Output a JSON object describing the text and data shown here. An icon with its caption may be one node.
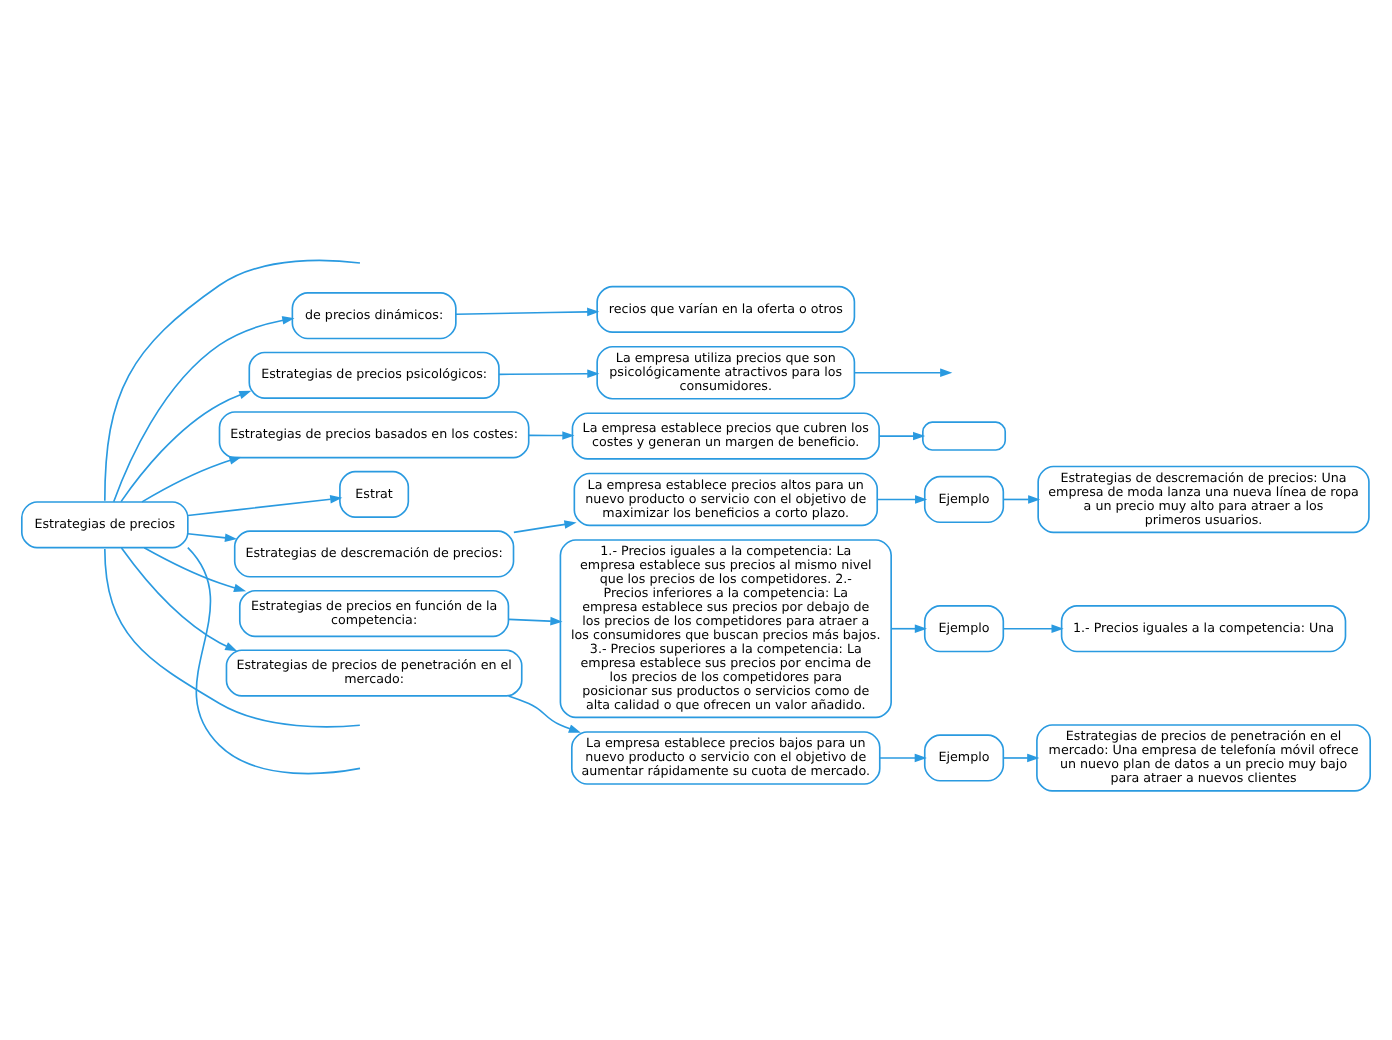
{
  "diagram": {
    "nodes": [
      {
        "text": [
          "Estrategias de precios"
        ]
      },
      {
        "text": [
          "de precios dinámicos:"
        ]
      },
      {
        "text": [
          "recios que varían en la oferta o otros"
        ]
      },
      {
        "text": [
          "Estrategias de precios psicológicos:"
        ]
      },
      {
        "text": [
          "La empresa utiliza precios que son psicológicamente atractivos para los consumidores."
        ]
      },
      {
        "text": [],
        "shape": "box"
      },
      {
        "text": [
          "Estrategias de precios basados en los costes:"
        ]
      },
      {
        "text": [
          "La empresa establece precios que cubren los costes y generan un margen de beneficio."
        ]
      },
      {
        "text": [
          "Estrat"
        ]
      },
      {
        "text": [
          "Estrategias de descremación de precios:"
        ]
      },
      {
        "text": [
          "La empresa establece precios altos para un nuevo producto o servicio con el objetivo de maximizar los beneficios a corto plazo."
        ]
      },
      {
        "text": [
          "Ejemplo"
        ]
      },
      {
        "text": [
          "Estrategias de descremación de precios: Una empresa de moda lanza una nueva línea de ropa a un precio muy alto para atraer a los primeros usuarios."
        ]
      },
      {
        "text": [
          "Estrategias de precios en función de la competencia:"
        ]
      },
      {
        "text": [
          "1.- Precios iguales a la competencia: La empresa establece sus precios al mismo nivel que los precios de los competidores. 2.- Precios inferiores a la competencia: La empresa establece sus precios por debajo de los precios de los competidores para atraer a los consumidores que buscan precios más bajos. 3.- Precios superiores a la competencia: La empresa establece sus precios por encima de los precios de los competidores para posicionar sus productos o servicios como de alta calidad o que ofrecen un valor añadido."
        ]
      },
      {
        "text": [
          "Ejemplo"
        ]
      },
      {
        "text": [
          "1.- Precios iguales a la competencia: Una"
        ]
      },
      {
        "text": [
          "Estrategias de precios de penetración en el mercado:"
        ]
      },
      {
        "text": [
          "La empresa establece precios bajos para un nuevo producto o servicio con el objetivo de aumentar rápidamente su cuota de mercado."
        ]
      },
      {
        "text": [
          "Ejemplo"
        ]
      },
      {
        "text": [
          "Estrategias de precios de penetración en el mercado: Una empresa de telefonía móvil ofrece un nuevo plan de datos a un precio muy bajo para atraer a nuevos clientes"
        ]
      }
    ],
    "edges": [
      {
        "from": 0,
        "to": 1,
        "arrow": "to"
      },
      {
        "from": 1,
        "to": 2,
        "arrow": "to"
      },
      {
        "from": 0,
        "to": 3,
        "arrow": "to"
      },
      {
        "from": 3,
        "to": 4,
        "arrow": "to"
      },
      {
        "from": 4,
        "to": null,
        "arrow": "to"
      },
      {
        "from": 0,
        "to": 6,
        "arrow": "to"
      },
      {
        "from": 6,
        "to": 7,
        "arrow": "to"
      },
      {
        "from": 7,
        "to": 5,
        "arrow": "to"
      },
      {
        "from": 0,
        "to": 8,
        "arrow": "to"
      },
      {
        "from": 0,
        "to": null,
        "arrow": "none"
      },
      {
        "from": 0,
        "to": null,
        "arrow": "none"
      },
      {
        "from": 0,
        "to": null,
        "arrow": "none"
      },
      {
        "from": 0,
        "to": 9,
        "arrow": "to"
      },
      {
        "from": 9,
        "to": 10,
        "arrow": "to"
      },
      {
        "from": 10,
        "to": 11,
        "arrow": "to"
      },
      {
        "from": 11,
        "to": 12,
        "arrow": "to"
      },
      {
        "from": 0,
        "to": 13,
        "arrow": "to"
      },
      {
        "from": 13,
        "to": 14,
        "arrow": "to"
      },
      {
        "from": 14,
        "to": 15,
        "arrow": "to"
      },
      {
        "from": 15,
        "to": 16,
        "arrow": "to"
      },
      {
        "from": 0,
        "to": 17,
        "arrow": "to"
      },
      {
        "from": 17,
        "to": 18,
        "arrow": "to"
      },
      {
        "from": 18,
        "to": 19,
        "arrow": "to"
      },
      {
        "from": 19,
        "to": 20,
        "arrow": "to"
      }
    ]
  }
}
